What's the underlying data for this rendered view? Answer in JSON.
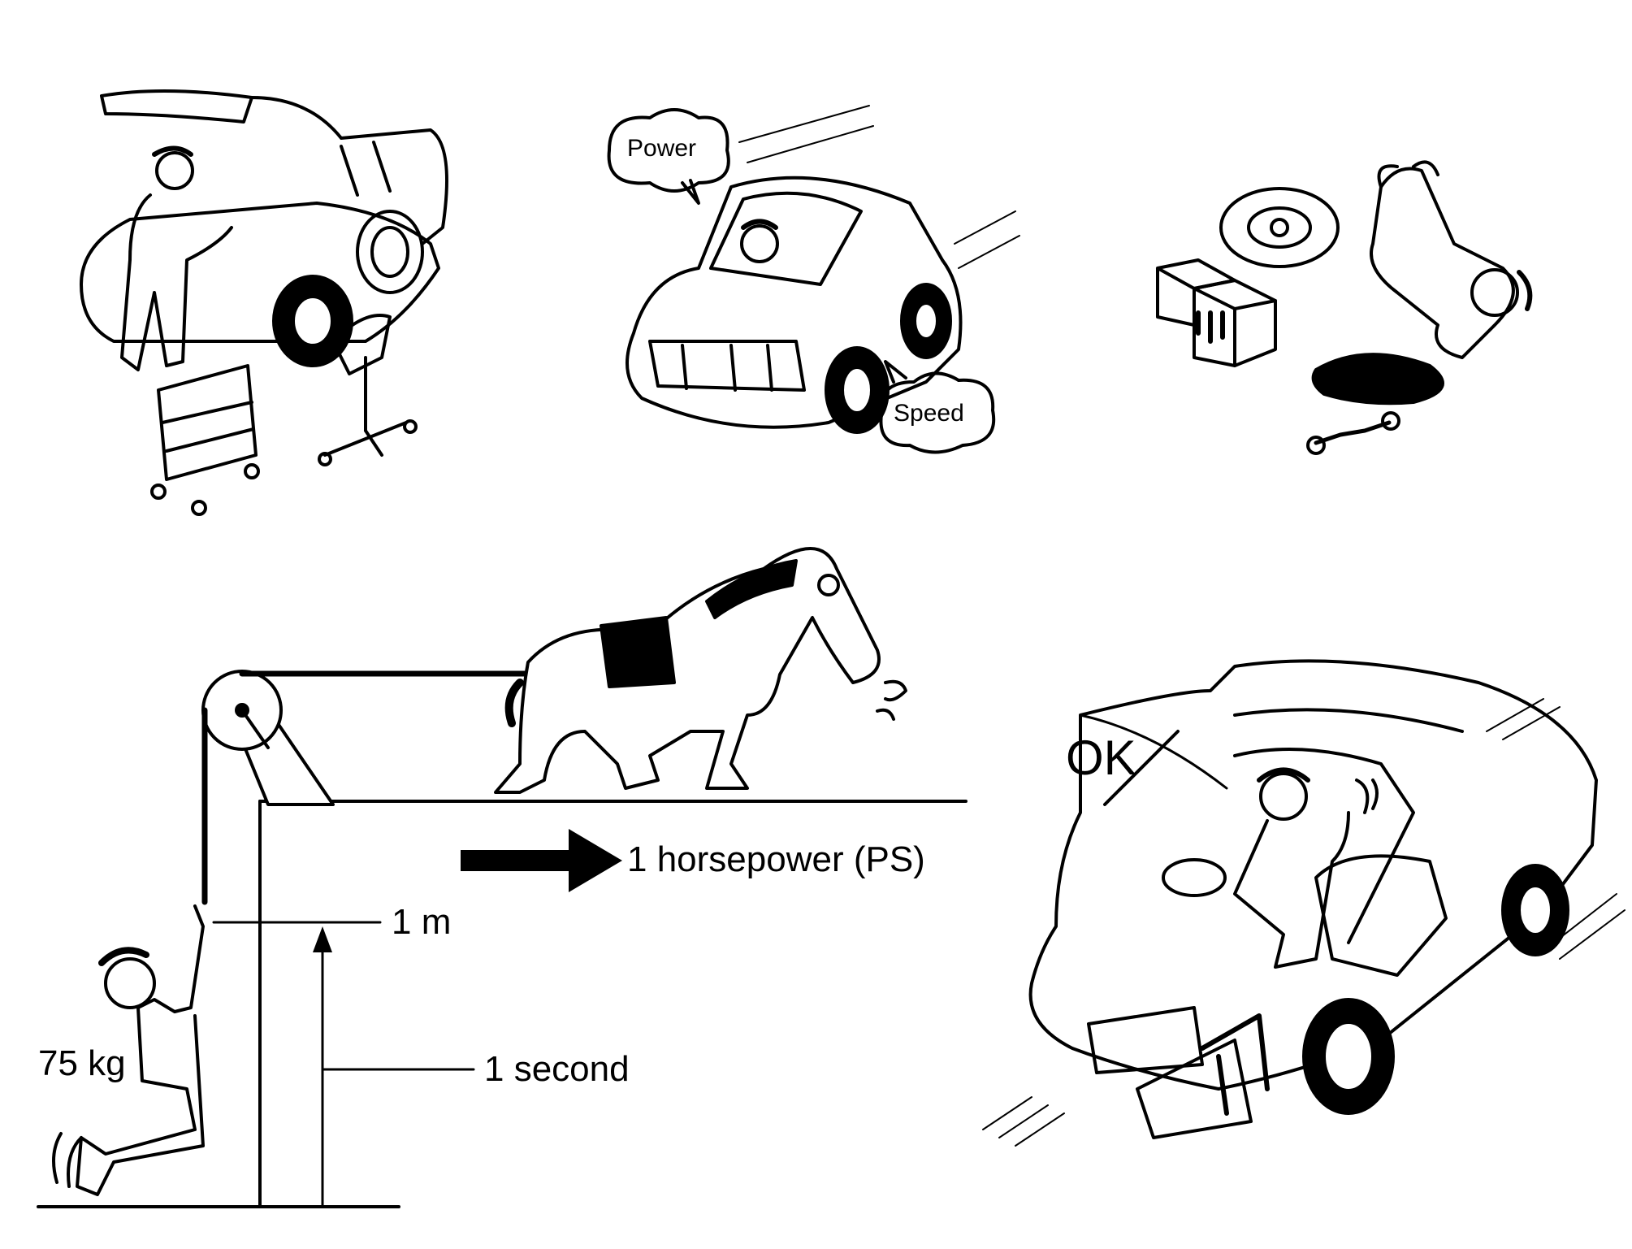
{
  "scenes": {
    "power_speed": {
      "power_label": "Power",
      "speed_label": "Speed"
    },
    "horsepower": {
      "definition_label": "1 horsepower (PS)",
      "height_label": "1 m",
      "mass_label": "75 kg",
      "time_label": "1 second"
    },
    "driving": {
      "ok_label": "OK"
    }
  },
  "colors": {
    "ink": "#000000",
    "paper": "#ffffff"
  }
}
